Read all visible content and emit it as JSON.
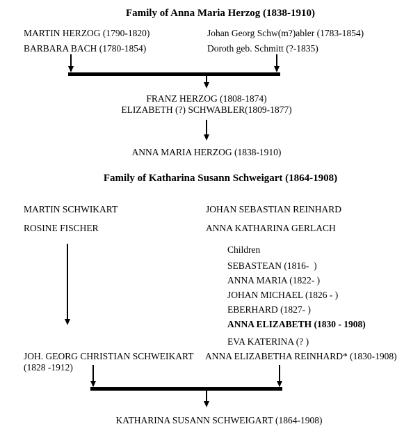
{
  "page": {
    "background": "#ffffff",
    "line_color": "#000000"
  },
  "tree1": {
    "title": "Family of Anna Maria Herzog (1838-1910)",
    "paternal_grandfather": "MARTIN HERZOG (1790-1820)",
    "paternal_grandmother": "BARBARA BACH (1780-1854)",
    "maternal_grandfather": "Johan Georg Schw(m?)abler (1783-1854)",
    "maternal_grandmother": "Doroth geb. Schmitt (?-1835)",
    "parents_line1": "FRANZ HERZOG (1808-1874)",
    "parents_line2": "ELIZABETH (?) SCHWABLER(1809-1877)",
    "descendant": "ANNA MARIA HERZOG (1838-1910)"
  },
  "tree2": {
    "title": "Family of Katharina Susann Schweigart (1864-1908)",
    "paternal_grandfather": "MARTIN SCHWIKART",
    "paternal_grandmother": "ROSINE FISCHER",
    "maternal_grandfather": "JOHAN SEBASTIAN REINHARD",
    "maternal_grandmother": "ANNA KATHARINA GERLACH",
    "children_label": "Children",
    "children": [
      "SEBASTEAN (1816-  )",
      "ANNA MARIA (1822- )",
      "JOHAN MICHAEL (1826 - )",
      "EBERHARD (1827- )",
      "ANNA ELIZABETH (1830 - 1908)",
      "EVA KATERINA (? )"
    ],
    "father_name": "JOH. GEORG CHRISTIAN SCHWEIKART",
    "father_dates": "(1828 -1912)",
    "mother": "ANNA ELIZABETHA REINHARD* (1830-1908)",
    "descendant": "KATHARINA SUSANN SCHWEIGART (1864-1908)"
  }
}
